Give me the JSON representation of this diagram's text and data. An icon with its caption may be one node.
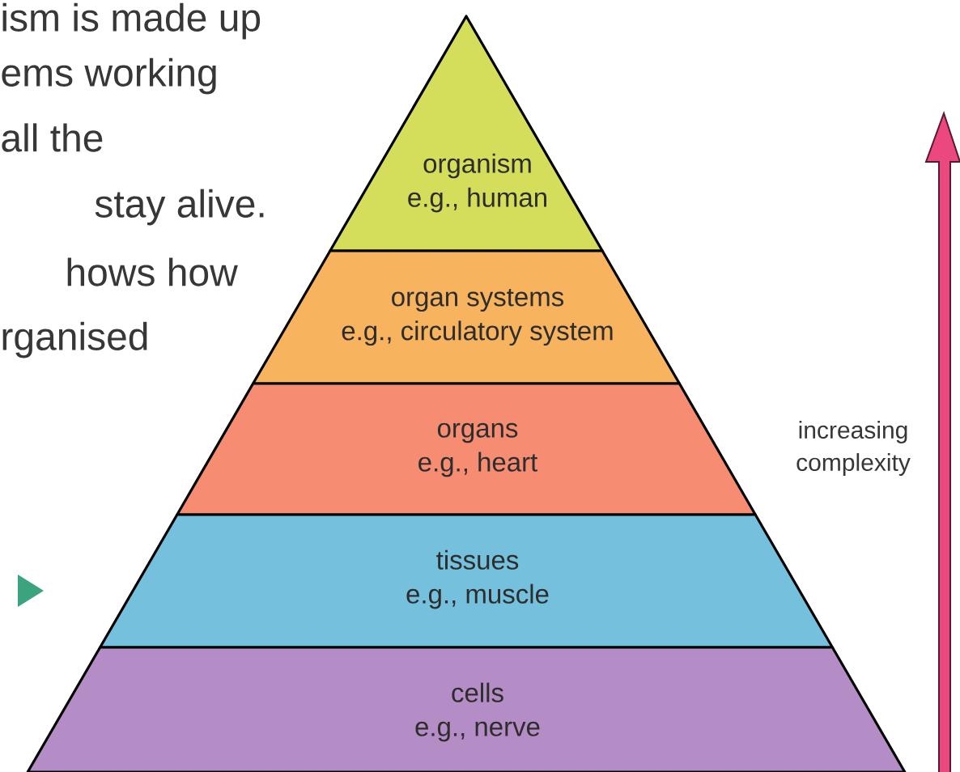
{
  "diagram": {
    "nodes": [
      {
        "text": [
          "organism",
          "e.g., human"
        ]
      },
      {
        "text": [
          "organ systems",
          "e.g., circulatory system"
        ]
      },
      {
        "text": [
          "organs",
          "e.g., heart"
        ]
      },
      {
        "text": [
          "tissues",
          "e.g., muscle"
        ]
      },
      {
        "text": [
          "cells",
          "e.g., nerve"
        ]
      }
    ],
    "edges": [],
    "labels": [
      "ism is made up",
      "ems working",
      "all the",
      "stay alive.",
      "hows how",
      "rganised",
      "increasing complexity"
    ]
  }
}
